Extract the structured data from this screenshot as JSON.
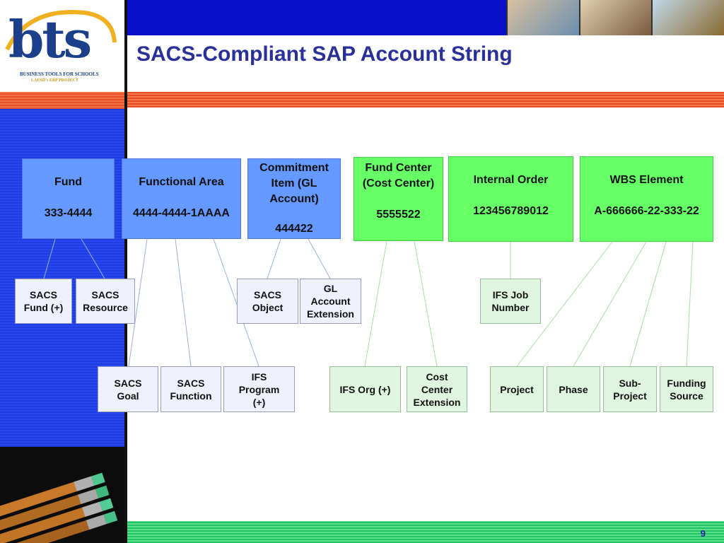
{
  "title": "SACS-Compliant SAP Account String",
  "page_number": "9",
  "logo": {
    "mark": "bts",
    "line1": "BUSINESS TOOLS FOR SCHOOLS",
    "line2": "LAUSD's ERP PROJECT"
  },
  "top_boxes": [
    {
      "label": "Fund",
      "value": "333-4444"
    },
    {
      "label": "Functional Area",
      "value": "4444-4444-1AAAA"
    },
    {
      "label": "Commitment Item (GL Account)",
      "value": "444422"
    },
    {
      "label": "Fund Center (Cost Center)",
      "value": "5555522"
    },
    {
      "label": "Internal Order",
      "value": "123456789012"
    },
    {
      "label": "WBS Element",
      "value": "A-666666-22-333-22"
    }
  ],
  "mid_boxes": [
    "SACS Fund (+)",
    "SACS Resource",
    "SACS Object",
    "GL Account Extension",
    "IFS Job Number"
  ],
  "bottom_boxes": [
    "SACS Goal",
    "SACS Function",
    "IFS Program (+)",
    "IFS Org (+)",
    "Cost Center Extension",
    "Project",
    "Phase",
    "Sub-Project",
    "Funding Source"
  ],
  "colors": {
    "sap_blue": "#6699ff",
    "sap_green": "#66ff66",
    "sub_blue": "#eef0fc",
    "sub_green": "#dff5df",
    "title": "#2b2f9a"
  }
}
